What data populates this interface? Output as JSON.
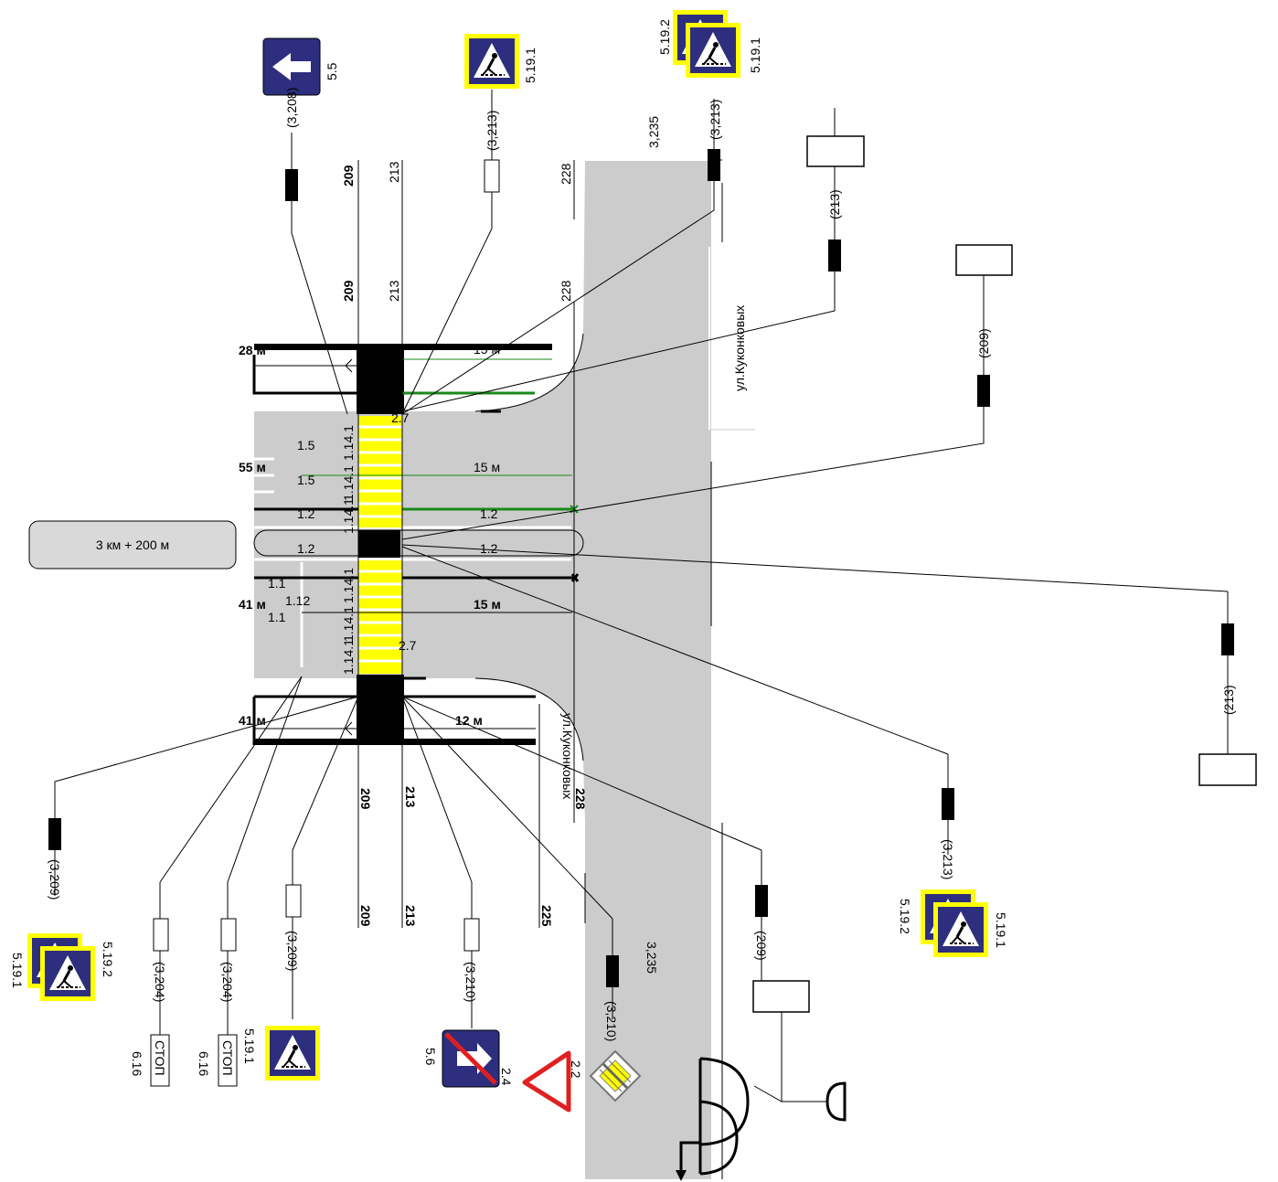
{
  "location_box": "3 км + 200 м",
  "street_name": "ул.Куконковых",
  "marks": {
    "m1_1": "1.1",
    "m1_2": "1.2",
    "m1_5": "1.5",
    "m2_7": "2.7",
    "m1_14_1": "1.14.1",
    "m1_12": "1.12"
  },
  "distances": {
    "top_left": "28 м",
    "top_right": "15 м",
    "mid_left": "55 м",
    "mid_right": "15 м",
    "low_left": "41 м",
    "low_right": "15 м",
    "bottom_left": "41 м",
    "bottom_right": "12 м"
  },
  "pickets": {
    "p209": "209",
    "p213": "213",
    "p228": "228",
    "p225": "225",
    "p3235": "3,235"
  },
  "cables": {
    "c3208": "(3,208)",
    "c3213": "(3,213)",
    "c213": "(213)",
    "c209": "(209)",
    "c3209": "(3,209)",
    "c3204": "(3,204)",
    "c3210": "(3,210)"
  },
  "sign_codes": {
    "s5_5": "5.5",
    "s5_19_1": "5.19.1",
    "s5_19_2": "5.19.2",
    "s6_16": "6.16",
    "s5_6": "5.6",
    "s2_4": "2.4",
    "s2_2": "2.2"
  },
  "stop_text": "СТОП",
  "colors": {
    "road": "#cccccc",
    "crossing": "#ffff00",
    "sign_blue": "#2e2e7e",
    "sign_frame": "#ffff00",
    "green_line": "#1a8a1a",
    "warn_red": "#e02020"
  }
}
